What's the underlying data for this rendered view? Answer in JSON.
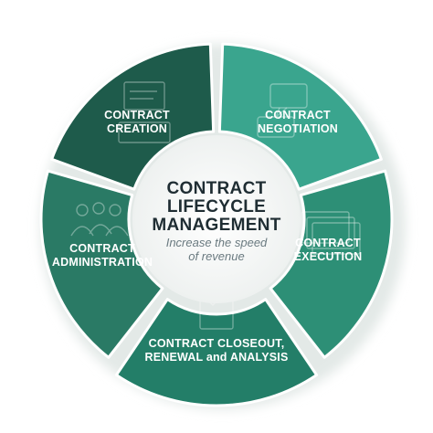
{
  "center": {
    "title_lines": [
      "CONTRACT",
      "LIFECYCLE",
      "MANAGEMENT"
    ],
    "subtitle_lines": [
      "Increase the speed",
      "of revenue"
    ]
  },
  "segments": [
    {
      "id": "creation",
      "lines": [
        "CONTRACT",
        "CREATION"
      ],
      "icon": "document-desk-icon",
      "color": "#1e5b4b"
    },
    {
      "id": "negotiation",
      "lines": [
        "CONTRACT",
        "NEGOTIATION"
      ],
      "icon": "speech-bubble-icon",
      "color": "#3aa58e"
    },
    {
      "id": "execution",
      "lines": [
        "CONTRACT",
        "EXECUTION"
      ],
      "icon": "document-stack-icon",
      "color": "#2d8f76"
    },
    {
      "id": "closeout",
      "lines": [
        "CONTRACT CLOSEOUT,",
        "RENEWAL and ANALYSIS"
      ],
      "icon": "checklist-icon",
      "color": "#237e68"
    },
    {
      "id": "administration",
      "lines": [
        "CONTRACT",
        "ADMINISTRATION"
      ],
      "icon": "people-group-icon",
      "color": "#2a7a65"
    }
  ],
  "colors": {
    "shadow": "#e6ecea",
    "center_fill": "#f4f6f5",
    "title": "#1f2d33",
    "subtitle": "#6a7a80"
  }
}
